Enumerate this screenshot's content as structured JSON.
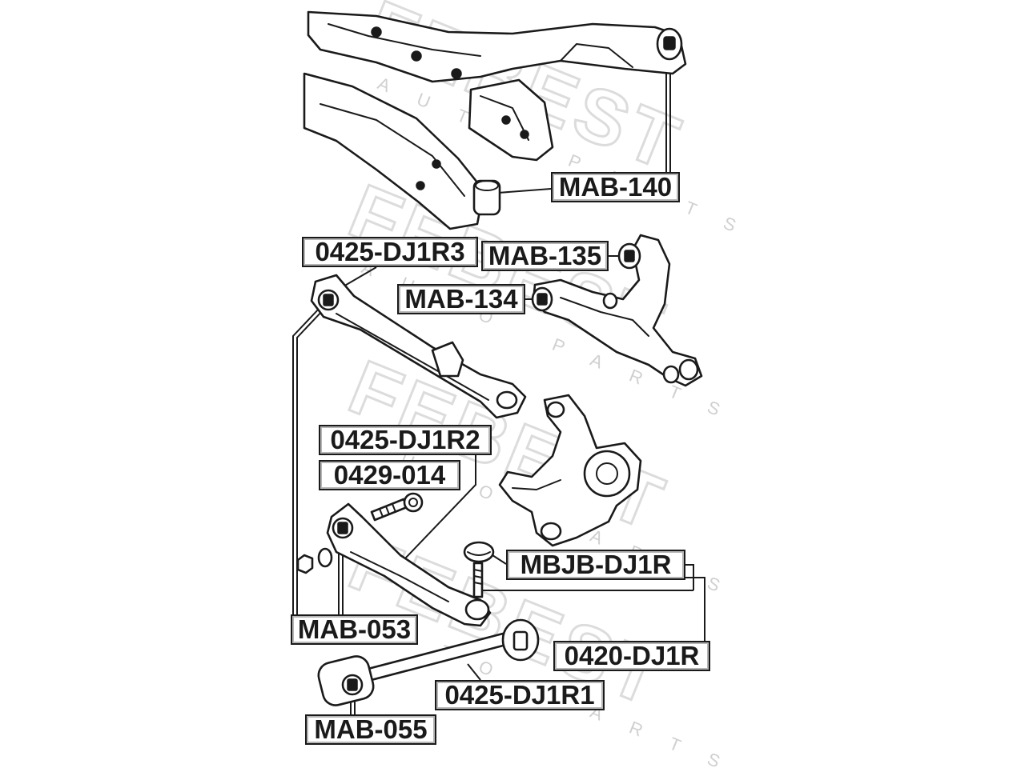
{
  "labels": {
    "mab_140": "MAB-140",
    "arm_dj1r3": "0425-DJ1R3",
    "mab_135": "MAB-135",
    "mab_134": "MAB-134",
    "arm_dj1r2": "0425-DJ1R2",
    "bolt_014": "0429-014",
    "ball_joint": "MBJB-DJ1R",
    "mab_053": "MAB-053",
    "arm_dj1r": "0420-DJ1R",
    "arm_dj1r1": "0425-DJ1R1",
    "mab_055": "MAB-055"
  },
  "watermark": {
    "brand": "FEBEST",
    "tagline": "AUTO PARTS"
  },
  "colors": {
    "line": "#1a1a1a",
    "watermark": "#dcdcdc",
    "background": "#ffffff"
  }
}
